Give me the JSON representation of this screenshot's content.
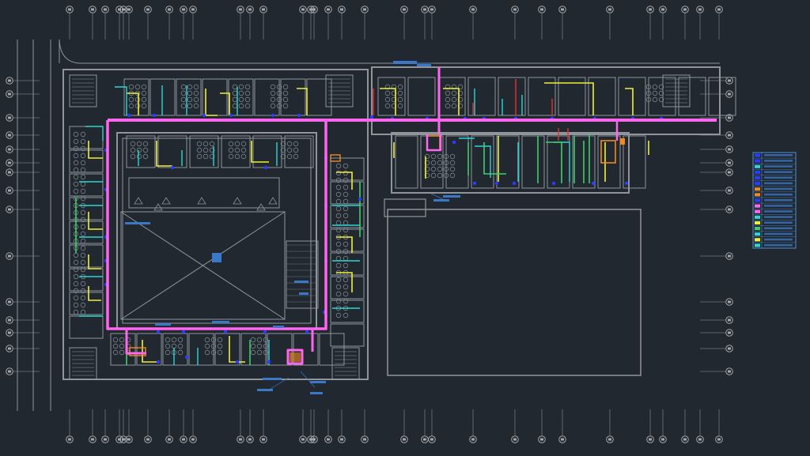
{
  "drawing": {
    "background": "#212830",
    "colors": {
      "wall": "#8f959b",
      "grid": "#a4a8ac",
      "thin": "#6f767c",
      "riser_pipe": "#ff66ee",
      "yellow": "#f0f03a",
      "cyan": "#2fd6d6",
      "green": "#3fcf6a",
      "blue": "#2a3cff",
      "orange": "#f08a20",
      "red": "#e83030",
      "tag": "#3c78c8",
      "legend_border": "#4f8fd0"
    },
    "legend": {
      "title_visible": false,
      "row_swatches": [
        "blue",
        "blue",
        "cyan",
        "blue",
        "blue",
        "blue",
        "orange",
        "orange",
        "blue",
        "riser_pipe",
        "riser_pipe",
        "cyan",
        "yellow",
        "green",
        "cyan",
        "yellow",
        "cyan"
      ]
    },
    "grid_bubble_count_top": 39,
    "grid_bubble_count_left": 16,
    "grid_bubble_count_right": 16
  }
}
